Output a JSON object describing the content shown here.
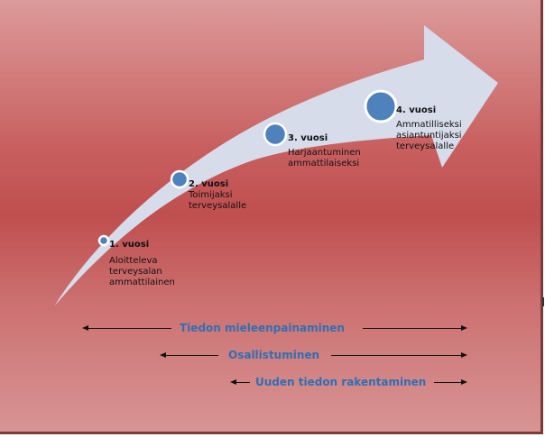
{
  "colors": {
    "arrow": "#d6dcea",
    "dot": "#4f81bd",
    "phase_text": "#2e6fb5"
  },
  "years": [
    {
      "title": "1. vuosi",
      "desc": [
        "Aloitteleva",
        "terveysalan",
        "ammattilainen"
      ]
    },
    {
      "title": "2. vuosi",
      "desc": [
        "Toimijaksi",
        "terveysalalle"
      ]
    },
    {
      "title": "3. vuosi",
      "desc": [
        "Harjaantuminen",
        "ammattilaiseksi"
      ]
    },
    {
      "title": "4. vuosi",
      "desc": [
        "Ammatilliseksi",
        "asiantuntijaksi",
        "terveysalalle"
      ]
    }
  ],
  "phases": [
    "Tiedon mieleenpainaminen",
    "Osallistuminen",
    "Uuden tiedon rakentaminen"
  ]
}
